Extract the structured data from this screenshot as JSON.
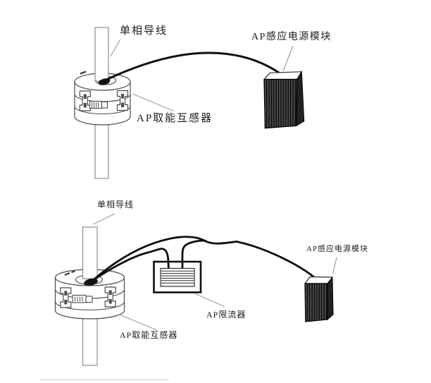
{
  "figure": {
    "background": "#ffffff",
    "top_diagram": {
      "labels": {
        "conductor": "单相导线",
        "power_module": "AP感应电源模块",
        "transformer": "AP取能互感器"
      }
    },
    "bottom_diagram": {
      "labels": {
        "conductor": "单相导线",
        "power_module": "AP感应电源模块",
        "limiter": "AP限流器",
        "transformer": "AP取能互感器"
      }
    },
    "colors": {
      "outline": "#4a4a4a",
      "rod_outline": "#8c8c8c",
      "cable": "#0f0f0f",
      "leader": "#9e9e9e",
      "module_body": "#161616",
      "module_stripe": "#6f6f6f",
      "text": "#1d1d1d"
    }
  }
}
